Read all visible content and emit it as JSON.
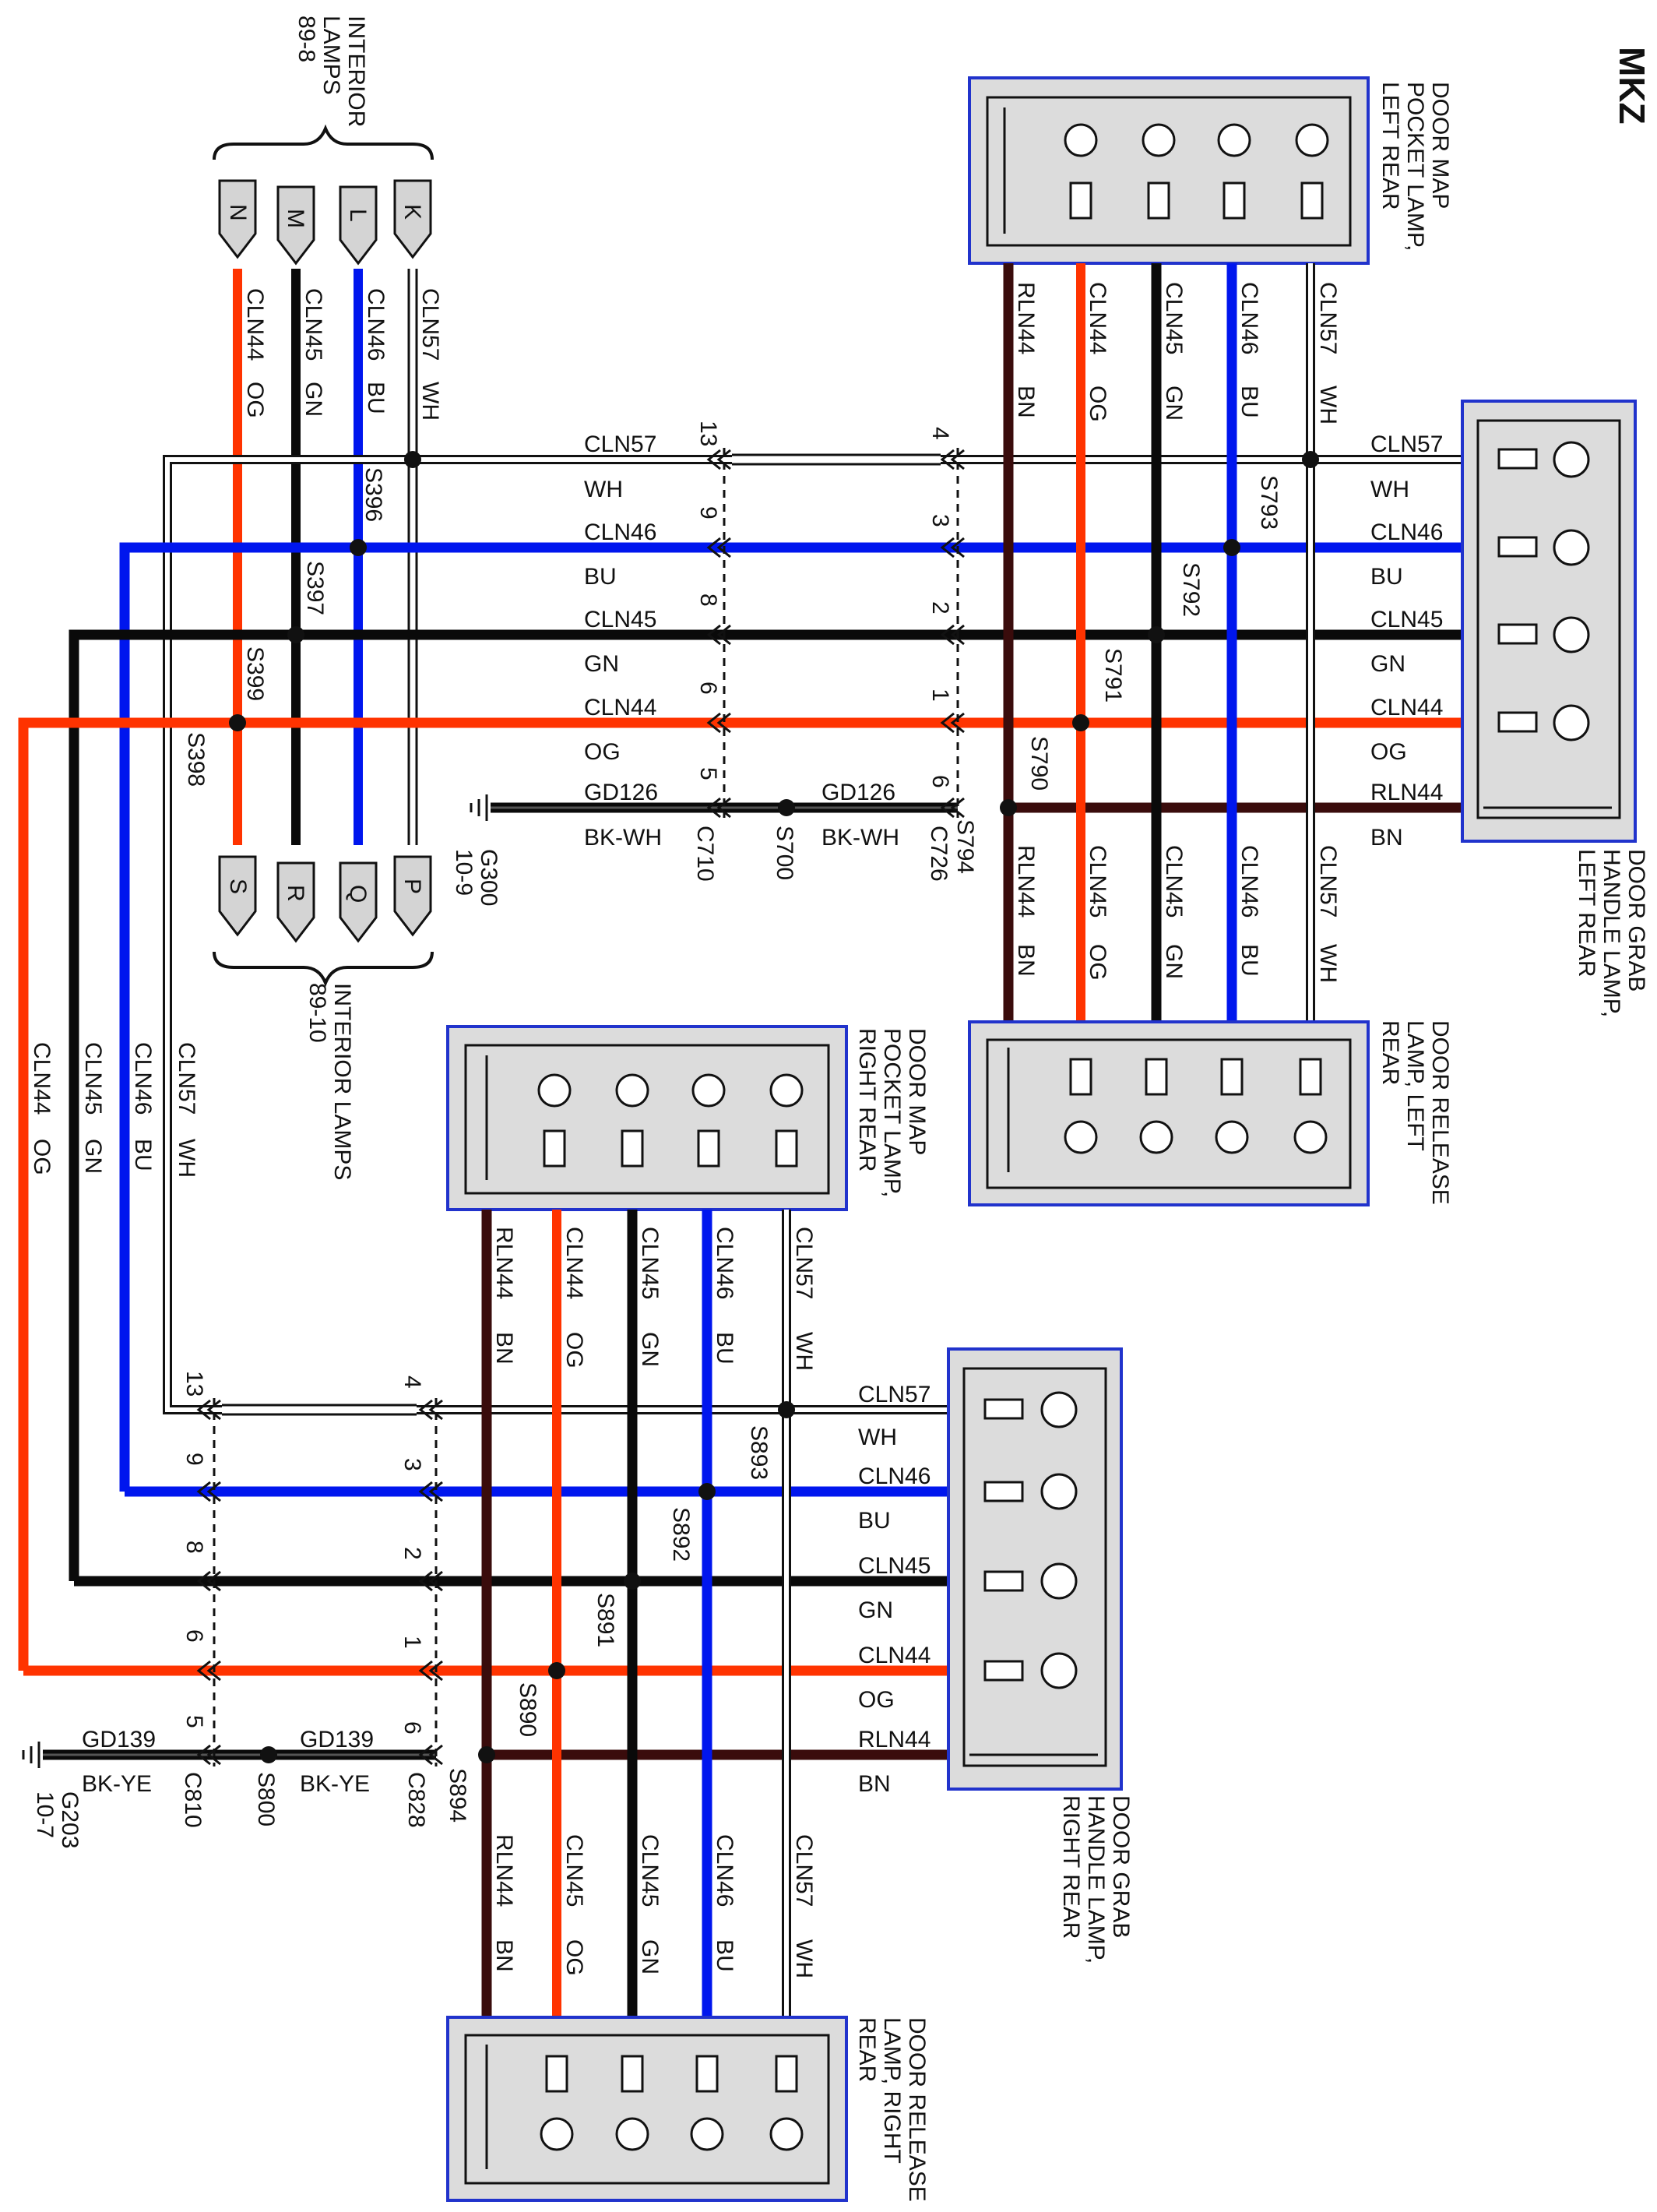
{
  "title": "MKZ",
  "colors": {
    "OG": "#ff3300",
    "GN": "#0a0a0a",
    "BU": "#0016ee",
    "WH": "#ffffff",
    "BN": "#3a0c0c",
    "BKWH": "#0a0a0a",
    "BKYE": "#0a0a0a",
    "box_border": "#2133cc",
    "box_fill": "#dcdcdc"
  },
  "components": {
    "interior_top": [
      "INTERIOR",
      "LAMPS",
      "89-8"
    ],
    "interior_bottom": [
      "INTERIOR LAMPS",
      "89-10"
    ],
    "map_lr": [
      "DOOR MAP",
      "POCKET LAMP,",
      "LEFT REAR"
    ],
    "grab_lr": [
      "DOOR GRAB",
      "HANDLE LAMP,",
      "LEFT REAR"
    ],
    "release_lr": [
      "DOOR RELEASE",
      "LAMP, LEFT",
      "REAR"
    ],
    "map_rr": [
      "DOOR MAP",
      "POCKET LAMP,",
      "RIGHT REAR"
    ],
    "grab_rr": [
      "DOOR GRAB",
      "HANDLE LAMP,",
      "RIGHT REAR"
    ],
    "release_rr": [
      "DOOR RELEASE",
      "LAMP, RIGHT",
      "REAR"
    ]
  },
  "pins_top": [
    "N",
    "M",
    "L",
    "K"
  ],
  "pins_bottom": [
    "S",
    "R",
    "Q",
    "P"
  ],
  "circuits": {
    "n44": "CLN44",
    "c44": "OG",
    "n45": "CLN45",
    "c45": "GN",
    "n46": "CLN46",
    "c46": "BU",
    "n57": "CLN57",
    "c57": "WH",
    "r44": "RLN44",
    "cr44": "BN",
    "gd126": "GD126",
    "cgd126": "BK-WH",
    "gd139": "GD139",
    "cgd139": "BK-YE"
  },
  "splices": {
    "s396": "S396",
    "s397": "S397",
    "s398": "S398",
    "s399": "S399",
    "s790": "S790",
    "s791": "S791",
    "s792": "S792",
    "s793": "S793",
    "s794": "S794",
    "s890": "S890",
    "s891": "S891",
    "s892": "S892",
    "s893": "S893",
    "s894": "S894",
    "s700": "S700",
    "s800": "S800"
  },
  "connectors": {
    "c710": "C710",
    "c726": "C726",
    "c810": "C810",
    "c828": "C828"
  },
  "grounds": {
    "g300": [
      "G300",
      "10-9"
    ],
    "g203": [
      "G203",
      "10-7"
    ]
  },
  "connector_pins": {
    "c710": [
      "13",
      "9",
      "8",
      "6",
      "5"
    ],
    "c726": [
      "4",
      "3",
      "2",
      "1",
      "6"
    ],
    "c810": [
      "13",
      "9",
      "8",
      "6",
      "5"
    ],
    "c828": [
      "4",
      "3",
      "2",
      "1",
      "6"
    ]
  }
}
